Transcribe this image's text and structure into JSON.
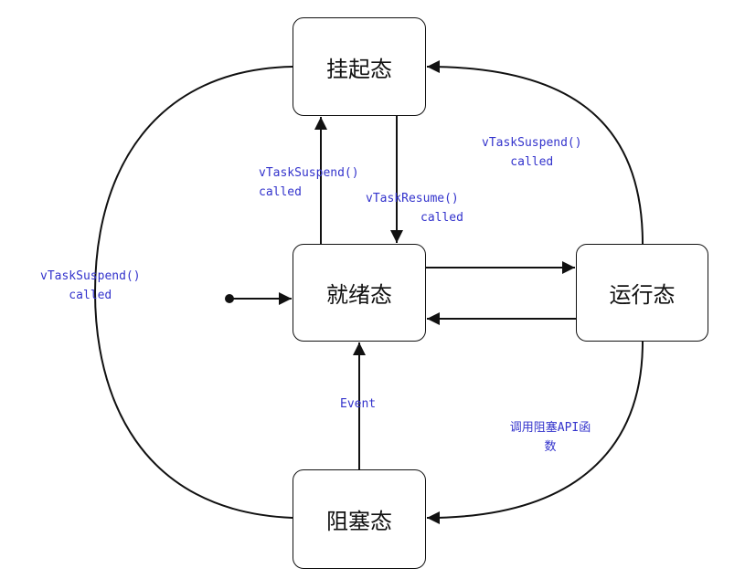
{
  "states": {
    "suspended": "挂起态",
    "ready": "就绪态",
    "running": "运行态",
    "blocked": "阻塞态"
  },
  "transitions": {
    "ready_to_suspended": {
      "line1": "vTaskSuspend()",
      "line2": "called"
    },
    "suspended_to_ready": {
      "line1": "vTaskResume()",
      "line2": "called"
    },
    "running_to_suspended": {
      "line1": "vTaskSuspend()",
      "line2": "called"
    },
    "blocked_to_suspended": {
      "line1": "vTaskSuspend()",
      "line2": "called"
    },
    "blocked_to_ready": {
      "label": "Event"
    },
    "running_to_blocked": {
      "line1": "调用阻塞API函",
      "line2": "数"
    }
  },
  "colors": {
    "label": "#3333cc",
    "line": "#111111"
  }
}
